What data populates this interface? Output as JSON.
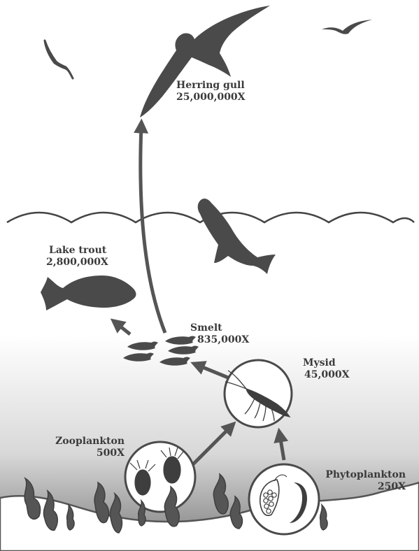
{
  "organisms": {
    "herring_gull": {
      "name": "Herring gull",
      "factor": "25,000,000X"
    },
    "lake_trout": {
      "name": "Lake trout",
      "factor": "2,800,000X"
    },
    "smelt": {
      "name": "Smelt",
      "factor": "835,000X"
    },
    "mysid": {
      "name": "Mysid",
      "factor": "45,000X"
    },
    "zooplankton": {
      "name": "Zooplankton",
      "factor": "500X"
    },
    "phytoplankton": {
      "name": "Phytoplankton",
      "factor": "250X"
    }
  },
  "colors": {
    "silhouette": "#4a4a4a",
    "arrow": "#555555",
    "water_line": "#444444",
    "sediment_top": "#ffffff",
    "sediment_bottom": "#7a7a7a",
    "circle_fill": "#ffffff"
  }
}
